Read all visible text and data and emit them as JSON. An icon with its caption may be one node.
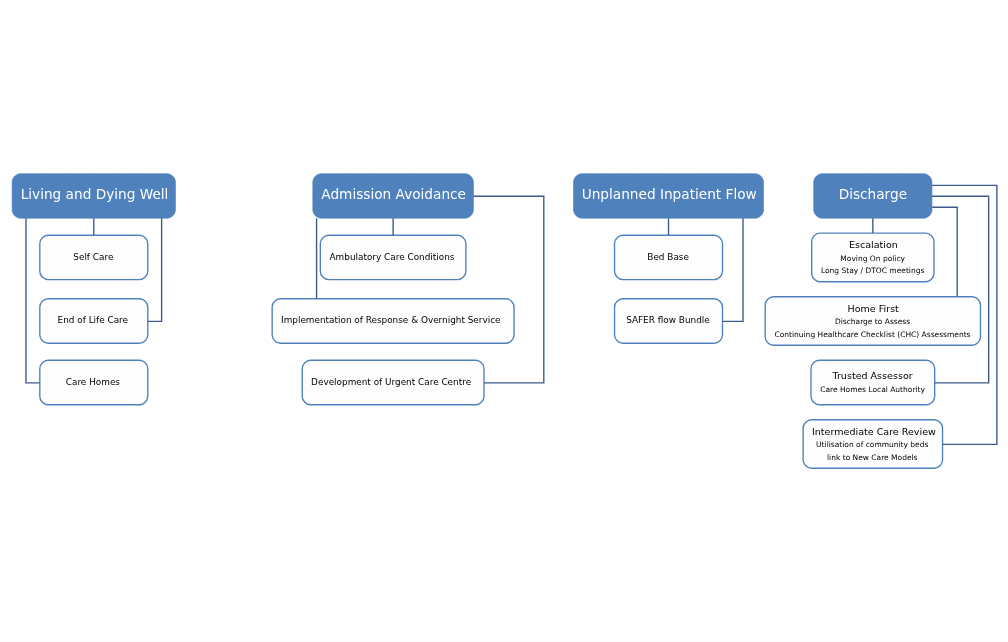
{
  "diagram": {
    "nodes": [
      {
        "text": [
          "Living and Dying Well"
        ]
      },
      {
        "text": [
          "Self Care"
        ]
      },
      {
        "text": [
          "End of Life Care"
        ]
      },
      {
        "text": [
          "Care Homes"
        ]
      },
      {
        "text": [
          "Admission Avoidance"
        ]
      },
      {
        "text": [
          "Ambulatory Care Conditions"
        ]
      },
      {
        "text": [
          "Implementation of Response & Overnight Service"
        ]
      },
      {
        "text": [
          "Development of Urgent Care Centre"
        ]
      },
      {
        "text": [
          "Unplanned Inpatient Flow"
        ]
      },
      {
        "text": [
          "Bed Base"
        ]
      },
      {
        "text": [
          "SAFER flow Bundle"
        ]
      },
      {
        "text": [
          "Discharge"
        ]
      },
      {
        "text": [
          "Escalation",
          "Moving On policy",
          "Long Stay / DTOC meetings"
        ]
      },
      {
        "text": [
          "Home First",
          "Discharge to Assess",
          "Continuing Healthcare Checklist (CHC) Assessments"
        ]
      },
      {
        "text": [
          "Trusted Assessor",
          "Care Homes Local Authority"
        ]
      },
      {
        "text": [
          "Intermediate Care Review",
          "Utilisation of community beds",
          "link to New Care Models"
        ]
      }
    ],
    "edges": [
      {
        "from": 0,
        "to": 1,
        "arrow": "none"
      },
      {
        "from": 0,
        "to": 2,
        "arrow": "none"
      },
      {
        "from": 0,
        "to": 3,
        "arrow": "none"
      },
      {
        "from": 4,
        "to": 5,
        "arrow": "none"
      },
      {
        "from": 4,
        "to": 6,
        "arrow": "none"
      },
      {
        "from": 4,
        "to": 7,
        "arrow": "none"
      },
      {
        "from": 8,
        "to": 9,
        "arrow": "none"
      },
      {
        "from": 8,
        "to": 10,
        "arrow": "none"
      },
      {
        "from": 11,
        "to": 12,
        "arrow": "none"
      },
      {
        "from": 11,
        "to": 13,
        "arrow": "none"
      },
      {
        "from": 11,
        "to": 14,
        "arrow": "none"
      },
      {
        "from": 11,
        "to": 15,
        "arrow": "none"
      }
    ]
  }
}
